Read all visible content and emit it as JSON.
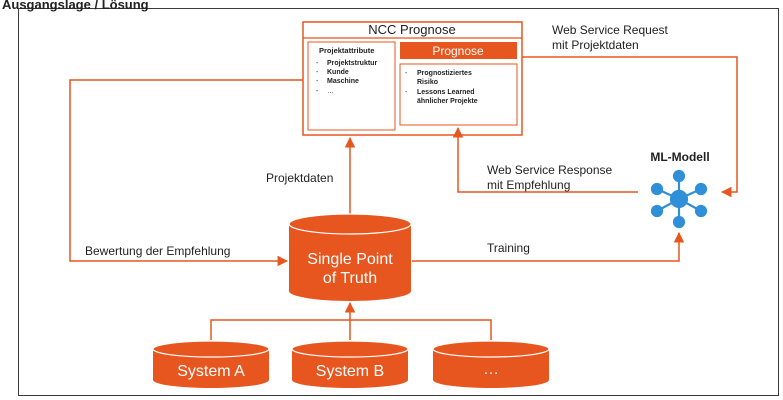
{
  "diagram": {
    "header_partial_text": "Ausgangslage / Lösung",
    "ncc_box": {
      "title": "NCC Prognose",
      "left_panel": {
        "title": "Projektattribute",
        "items": [
          "Projektstruktur",
          "Kunde",
          "Maschine",
          "…"
        ]
      },
      "right_panel": {
        "title": "Prognose",
        "items": [
          "Prognostiziertes Risiko",
          "Lessons Learned ähnlicher Projekte"
        ]
      }
    },
    "labels": {
      "web_service_request": [
        "Web Service Request",
        "mit Projektdaten"
      ],
      "web_service_response": [
        "Web Service Response",
        "mit Empfehlung"
      ],
      "projektdaten": "Projektdaten",
      "bewertung": "Bewertung der Empfehlung",
      "training": "Training",
      "ml_modell": "ML-Modell"
    },
    "spot": {
      "line1": "Single Point",
      "line2": "of Truth"
    },
    "systems": [
      "System A",
      "System B",
      "…"
    ],
    "colors": {
      "accent": "#e8561f",
      "ml_blue": "#2f8fd8",
      "text": "#222222",
      "frame": "#3a3a3a"
    },
    "icons": {
      "ml_model": "network-node-icon"
    }
  }
}
